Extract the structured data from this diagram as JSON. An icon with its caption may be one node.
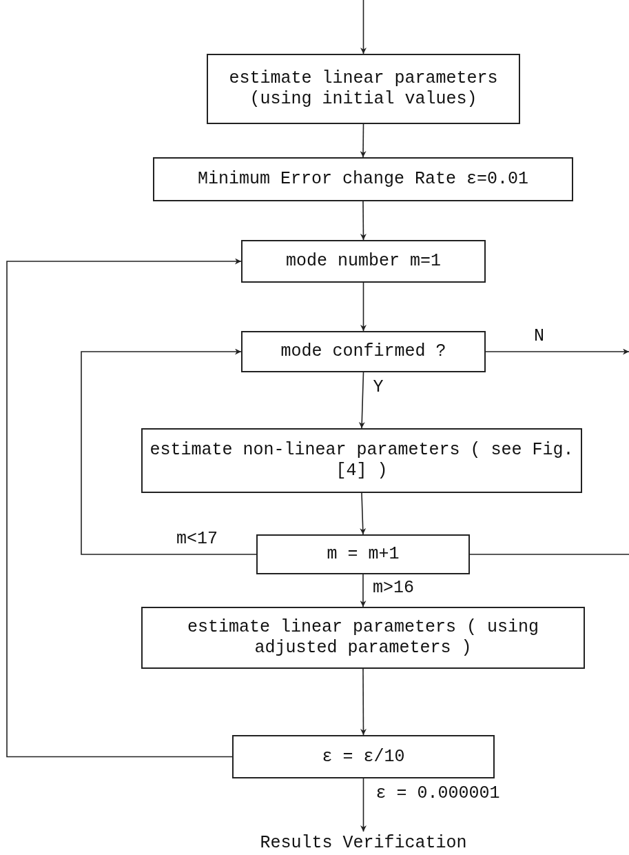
{
  "diagram": {
    "nodes": [
      {
        "text": [
          "estimate linear parameters (using initial values)"
        ]
      },
      {
        "text": [
          "Minimum Error change Rate ε=0.01"
        ]
      },
      {
        "text": [
          "mode number m=1"
        ]
      },
      {
        "text": [
          "mode confirmed ?"
        ]
      },
      {
        "text": [
          "estimate non-linear parameters ( see Fig.[4] )"
        ]
      },
      {
        "text": [
          "m = m+1"
        ]
      },
      {
        "text": [
          "estimate linear parameters ( using adjusted parameters )"
        ]
      },
      {
        "text": [
          "ε = ε/10"
        ]
      },
      {
        "text": [
          "Results Verification"
        ]
      }
    ],
    "edges": [
      {
        "from": null,
        "to": 0,
        "arrow": "to"
      },
      {
        "from": 0,
        "to": 1,
        "arrow": "to"
      },
      {
        "from": 1,
        "to": 2,
        "arrow": "to"
      },
      {
        "from": 2,
        "to": 3,
        "arrow": "to"
      },
      {
        "from": 3,
        "to": 4,
        "arrow": "to",
        "label": "Y"
      },
      {
        "from": 3,
        "to": null,
        "arrow": "to",
        "label": "N"
      },
      {
        "from": 4,
        "to": 5,
        "arrow": "to"
      },
      {
        "from": 5,
        "to": 3,
        "arrow": "to",
        "label": "m<17"
      },
      {
        "from": 5,
        "to": null,
        "arrow": "none"
      },
      {
        "from": 5,
        "to": 6,
        "arrow": "to",
        "label": "m>16"
      },
      {
        "from": 6,
        "to": 7,
        "arrow": "to"
      },
      {
        "from": 7,
        "to": 2,
        "arrow": "to"
      },
      {
        "from": 7,
        "to": 8,
        "arrow": "to",
        "label": "ε = 0.000001"
      }
    ]
  }
}
